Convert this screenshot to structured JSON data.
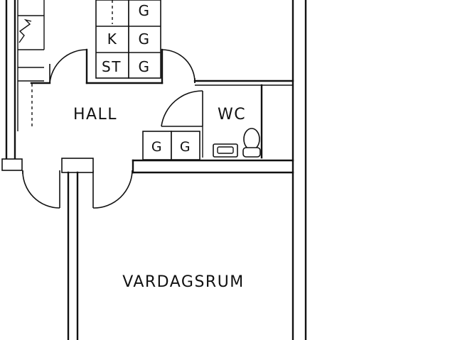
{
  "plan": {
    "rooms": {
      "hall": "HALL",
      "wc": "WC",
      "living": "VARDAGSRUM"
    },
    "cabinets": {
      "top_right_1": "G",
      "top_right_2": "G",
      "top_right_3": "G",
      "top_left_2": "K",
      "top_left_3": "ST",
      "bottom_1": "G",
      "bottom_2": "G"
    },
    "colors": {
      "line": "#111111",
      "background": "#ffffff"
    }
  }
}
